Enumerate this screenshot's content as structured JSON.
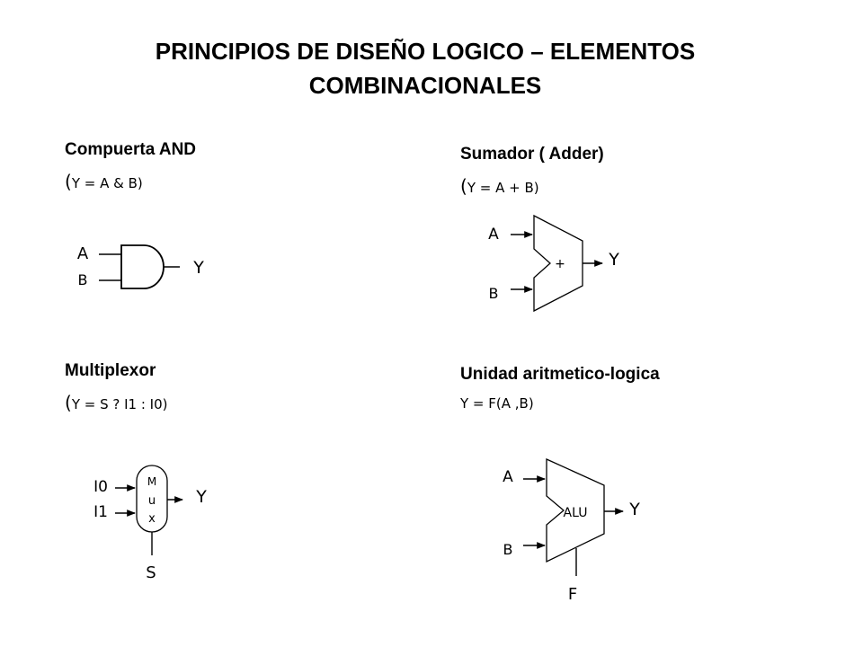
{
  "title": {
    "line1": "PRINCIPIOS DE DISEÑO LOGICO – ELEMENTOS",
    "line2": "COMBINACIONALES"
  },
  "and_gate": {
    "heading": "Compuerta AND",
    "formula_open": "(",
    "formula": "Y = A & B)",
    "input_a": "A",
    "input_b": "B",
    "output": "Y"
  },
  "adder": {
    "heading": "Sumador ( Adder)",
    "formula_open": "(",
    "formula": "Y = A + B)",
    "input_a": "A",
    "input_b": "B",
    "symbol": "+",
    "output": "Y"
  },
  "mux": {
    "heading": "Multiplexor",
    "formula_open": "(",
    "formula": "Y = S ? I1 : I0)",
    "letter_1": "M",
    "letter_2": "u",
    "letter_3": "x",
    "input_0": "I0",
    "input_1": "I1",
    "select": "S",
    "output": "Y"
  },
  "alu": {
    "heading": "Unidad aritmetico-logica",
    "formula": "Y = F(A ,B)",
    "input_a": "A",
    "input_b": "B",
    "symbol": "ALU",
    "function": "F",
    "output": "Y"
  }
}
